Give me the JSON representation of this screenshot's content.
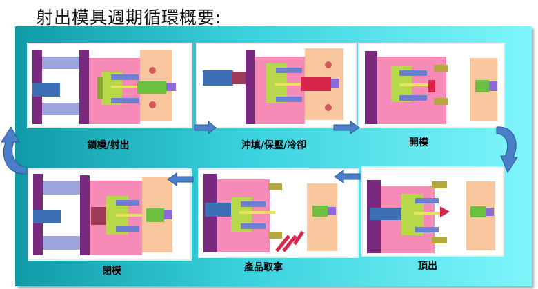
{
  "title": "射出模具週期循環概要:",
  "steps": [
    {
      "label": "鎖模/射出"
    },
    {
      "label": "沖填/保壓/冷卻"
    },
    {
      "label": "開模"
    },
    {
      "label": "頂出"
    },
    {
      "label": "產品取拿"
    },
    {
      "label": "閉模"
    }
  ]
}
